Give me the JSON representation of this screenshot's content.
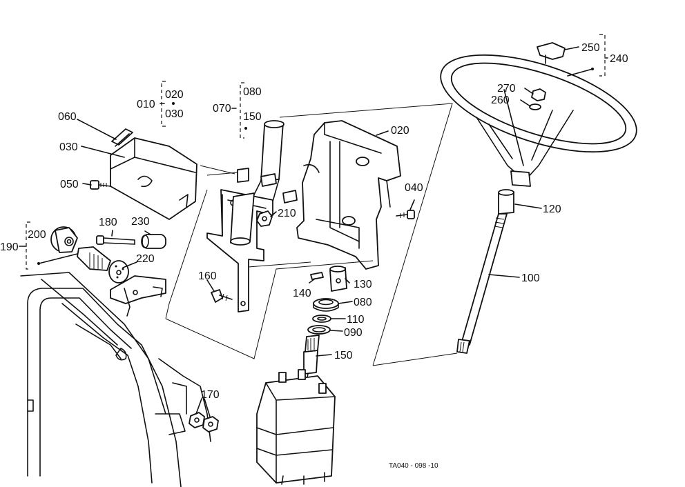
{
  "labels": {
    "p010": "010",
    "p020a": "020",
    "p030a": "030",
    "p060": "060",
    "p030": "030",
    "p050": "050",
    "p070": "070",
    "p080a": "080",
    "p150a": "150",
    "p020": "020",
    "p040": "040",
    "p210": "210",
    "p180": "180",
    "p230": "230",
    "p200": "200",
    "p190": "190",
    "p220": "220",
    "p160": "160",
    "p140": "140",
    "p130": "130",
    "p080": "080",
    "p110": "110",
    "p090": "090",
    "p150": "150",
    "p170": "170",
    "p250": "250",
    "p240": "240",
    "p270": "270",
    "p260": "260",
    "p120": "120",
    "p100": "100"
  },
  "drawing_code": "TA040 - 098 -10"
}
